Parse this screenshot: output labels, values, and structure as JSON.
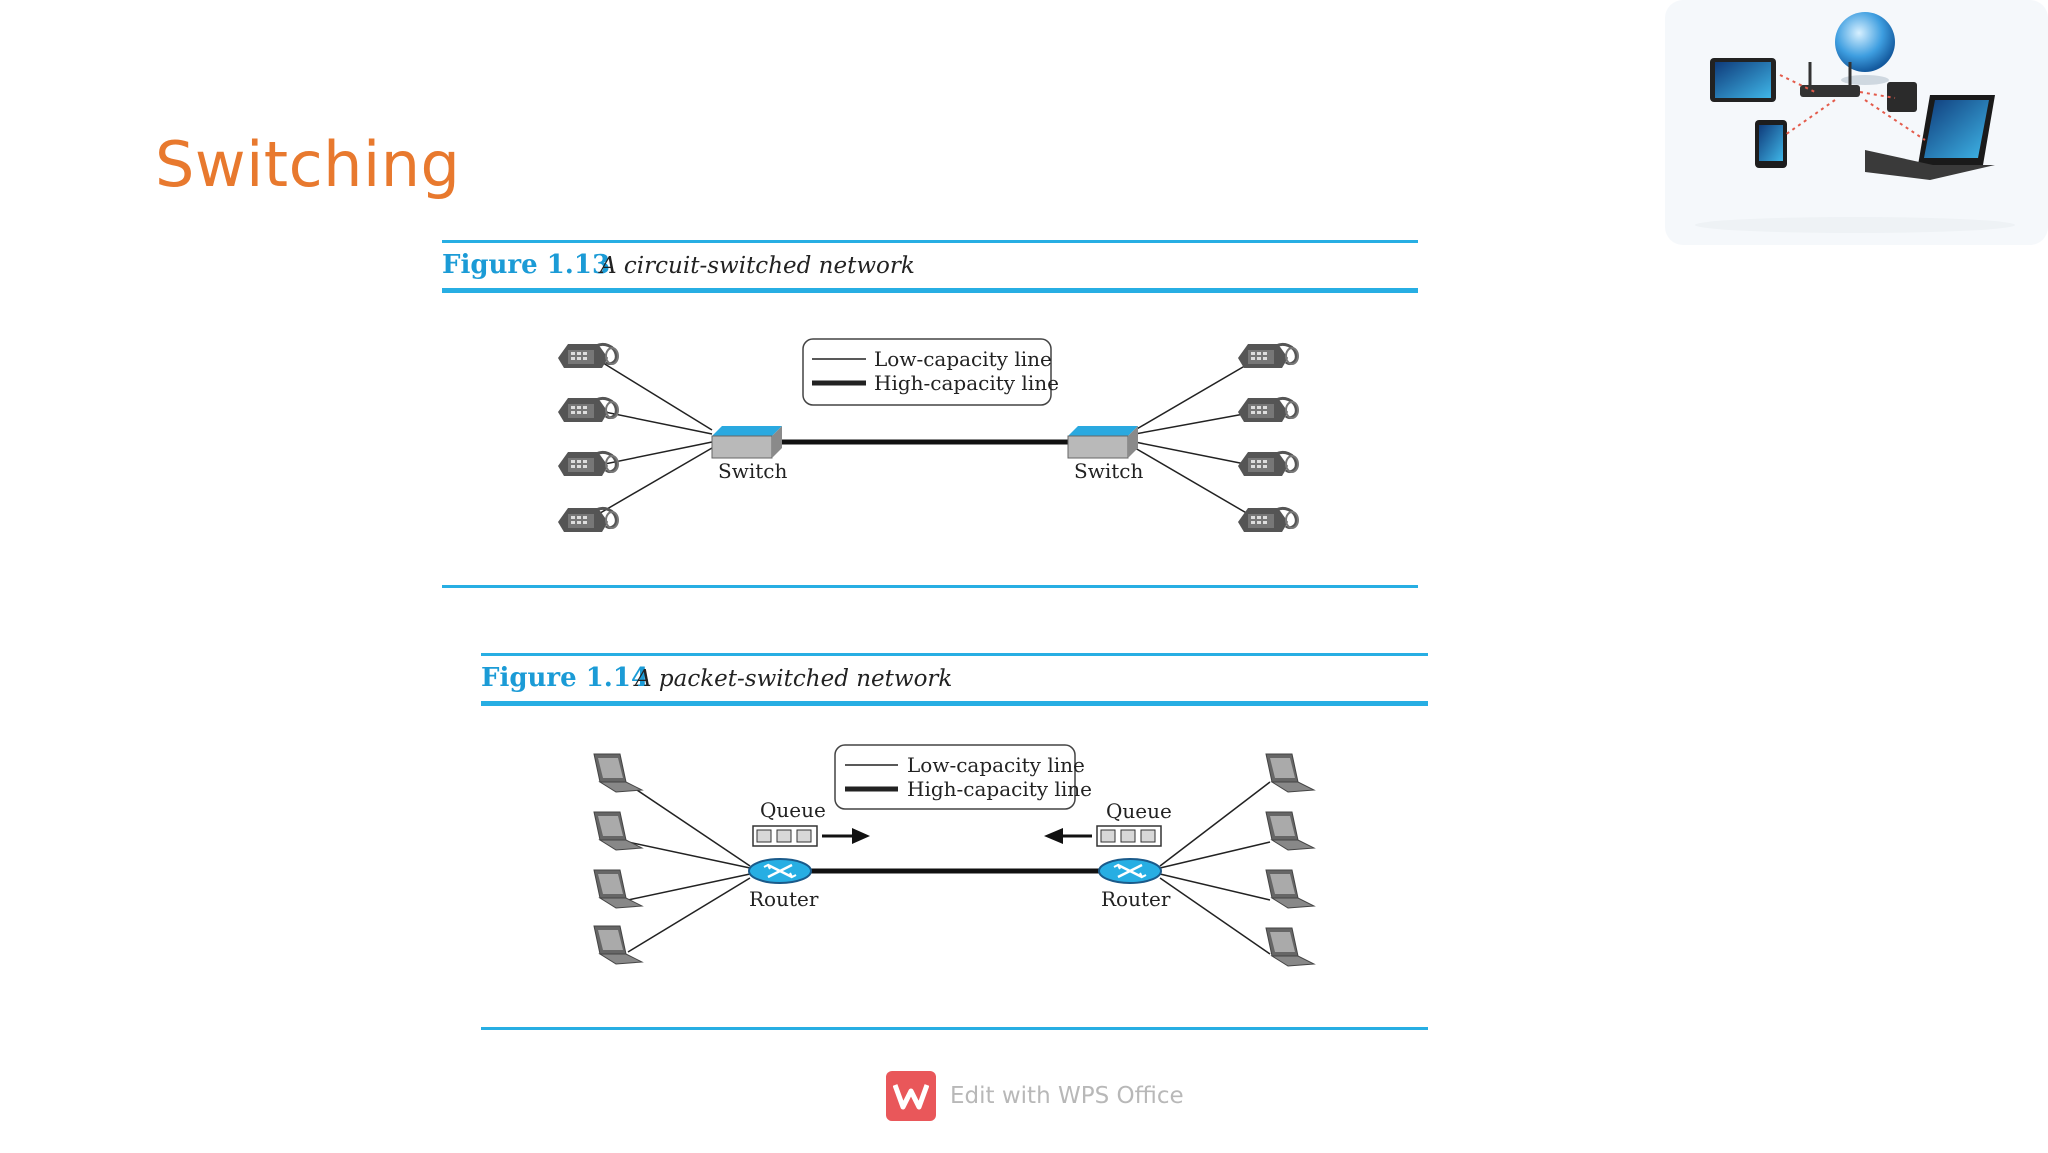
{
  "slide": {
    "title": "Switching"
  },
  "figure1": {
    "number": "Figure 1.13",
    "caption": "A circuit-switched network",
    "legend": {
      "low": "Low-capacity line",
      "high": "High-capacity line"
    },
    "left_node": "Switch",
    "right_node": "Switch"
  },
  "figure2": {
    "number": "Figure 1.14",
    "caption": "A packet-switched network",
    "legend": {
      "low": "Low-capacity line",
      "high": "High-capacity line"
    },
    "left_queue": "Queue",
    "right_queue": "Queue",
    "left_node": "Router",
    "right_node": "Router"
  },
  "watermark": {
    "text": "Edit with WPS Office"
  },
  "colors": {
    "title": "#e8792e",
    "accent": "#27aee3",
    "switch_top": "#2aa9e0",
    "router": "#27aee3"
  }
}
